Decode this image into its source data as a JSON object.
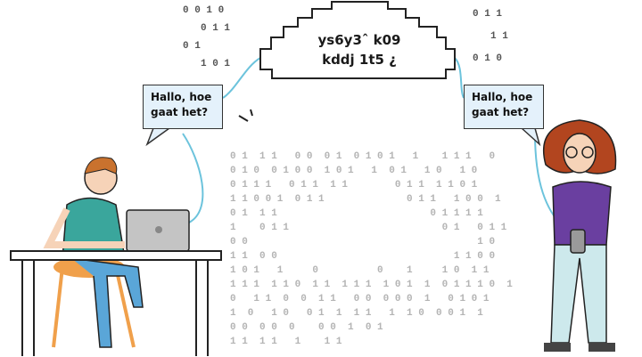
{
  "cloud": {
    "line1": "ys6y3ˆ k09",
    "line2": "kddj 1t5 ¿"
  },
  "left_bubble": {
    "line1": "Hallo, hoe",
    "line2": "gaat het?"
  },
  "right_bubble": {
    "line1": "Hallo, hoe",
    "line2": "gaat het?"
  },
  "binary": {
    "rows": [
      "0 1  1 1   0 0  0 1  0 1 0 1   1    1 1 1   0",
      "0 1 0  0 1 0 0  1 0 1   1  0 1   1 0   1 0",
      "0 1 1 1   0 1 1  1 1        0 1 1  1 1 0 1",
      "1 1 0 0 1  0 1 1              0 1 1   1 0 0  1",
      "0 1  1 1                          0 1 1 1 1",
      "1    0 1 1                          0 1   0 1 1",
      "0 0                                       1 0",
      "1 1  0 0                              1 1 0 0",
      "1 0 1   1     0          0    1     1 0  1 1",
      "1 1 1  1 1 0  1 1  1 1 1  1 0 1  1  0 1 1 1 0  1",
      "0   1 1  0  0  1 1   0 0  0 0 0  1   0 1 0 1",
      "1  0   1 0   0 1  1  1 1   1  1 0  0 0 1  1",
      "0 0  0 0  0    0 0  1  0 1",
      "1 1  1 1   1    1 1"
    ],
    "dark_digits": [
      "0 0 1 0",
      "0 1 1",
      "0 1",
      "1 0 1",
      "0 1 1",
      "1 1",
      "0 1 0"
    ]
  },
  "colors": {
    "link_line": "#6cc3dc",
    "bubble_fill": "#e4f1fb",
    "shirt_left": "#3aa69c",
    "shirt_right": "#6a3fa0",
    "hair_left": "#c9722e",
    "hair_right": "#b2451f",
    "chair": "#f0a04b",
    "pants_left": "#5aa6d8",
    "pants_right": "#cde9ec"
  }
}
